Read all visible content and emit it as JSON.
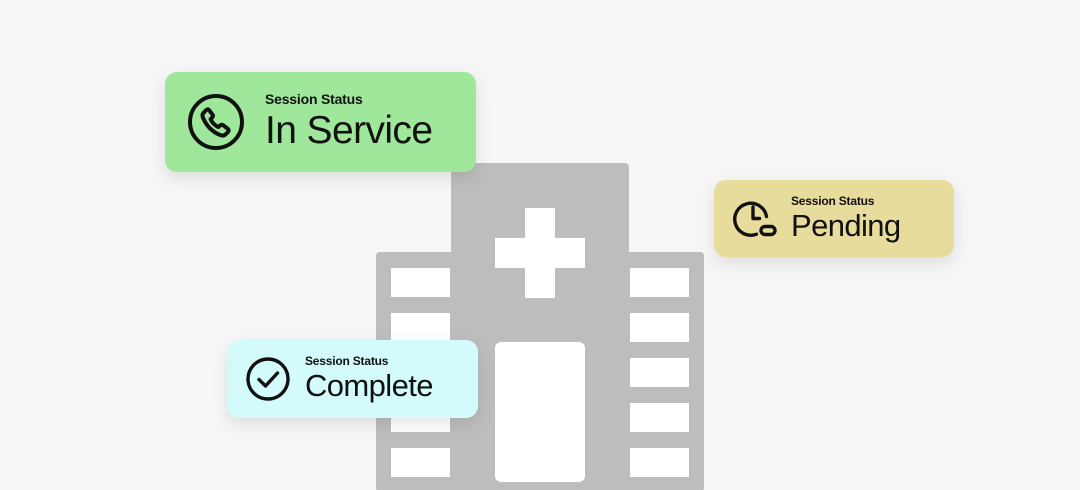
{
  "colors": {
    "background": "#f6f6f6",
    "building": "#bdbdbd",
    "building_window": "#ffffff",
    "in_service": "#9fe79b",
    "pending": "#e8dc9c",
    "complete": "#d3fbfb",
    "icon_stroke": "#111111"
  },
  "cards": {
    "in_service": {
      "label": "Session Status",
      "value": "In Service",
      "icon": "phone-icon"
    },
    "pending": {
      "label": "Session Status",
      "value": "Pending",
      "icon": "clock-icon"
    },
    "complete": {
      "label": "Session Status",
      "value": "Complete",
      "icon": "check-circle-icon"
    }
  }
}
